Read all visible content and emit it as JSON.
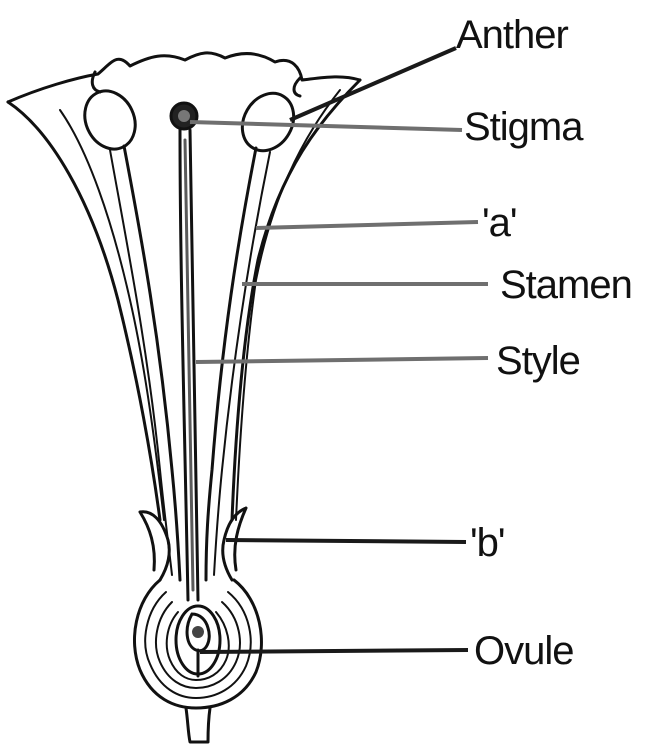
{
  "diagram": {
    "labels": {
      "anther": "Anther",
      "stigma": "Stigma",
      "a": "'a'",
      "stamen": "Stamen",
      "style": "Style",
      "b": "'b'",
      "ovule": "Ovule"
    }
  }
}
